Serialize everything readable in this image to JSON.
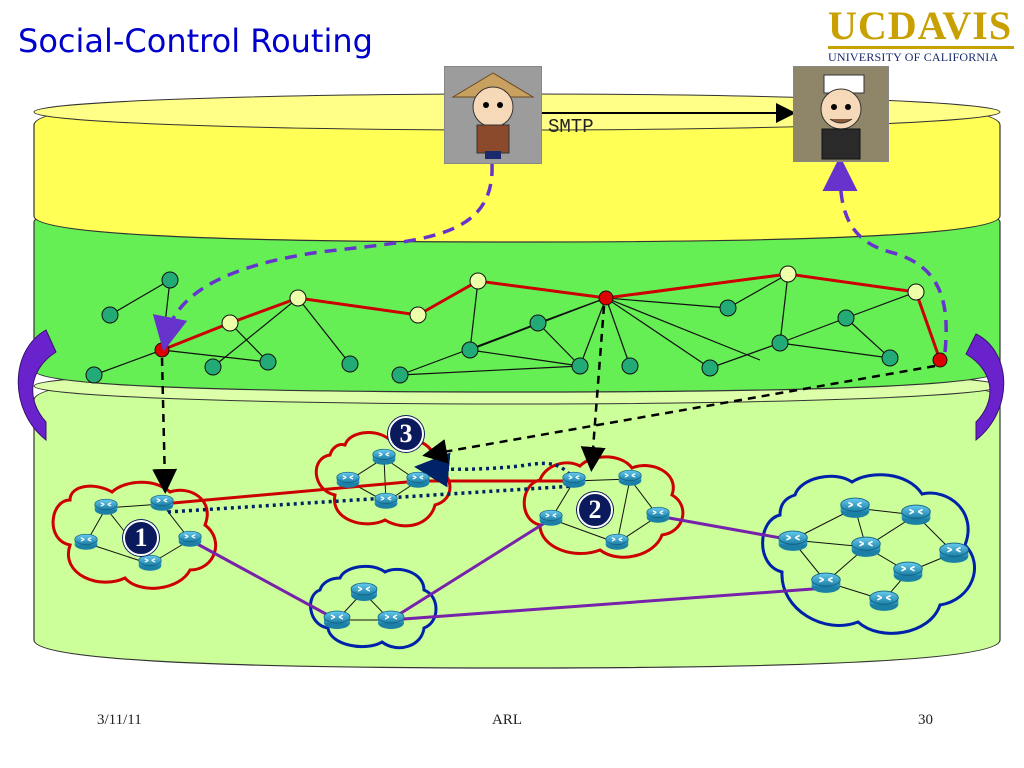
{
  "slide": {
    "title": "Social-Control Routing",
    "smtp_label": "SMTP",
    "badges": [
      "1",
      "2",
      "3"
    ]
  },
  "logo": {
    "uc": "UC",
    "davis": "DAVIS",
    "sub": "UNIVERSITY OF CALIFORNIA"
  },
  "footer": {
    "date": "3/11/11",
    "center": "ARL",
    "page": "30"
  },
  "colors": {
    "title": "#0000cc",
    "top_layer": "#ffff66",
    "middle_layer": "#66ee55",
    "bottom_layer": "#ccff99",
    "social_path": "#cc0000",
    "physical_link": "#7722aa",
    "dashed_route": "#6633cc",
    "cloud_red": "#cc0000",
    "cloud_blue": "#0022aa",
    "badge": "#0a1a5c"
  },
  "icons": {
    "avatar_left": "cartoon-person-hat-icon",
    "avatar_right": "cartoon-person-bald-icon",
    "router": "router-icon",
    "arrow_left": "curved-arrow-left-icon",
    "arrow_right": "curved-arrow-right-icon"
  }
}
